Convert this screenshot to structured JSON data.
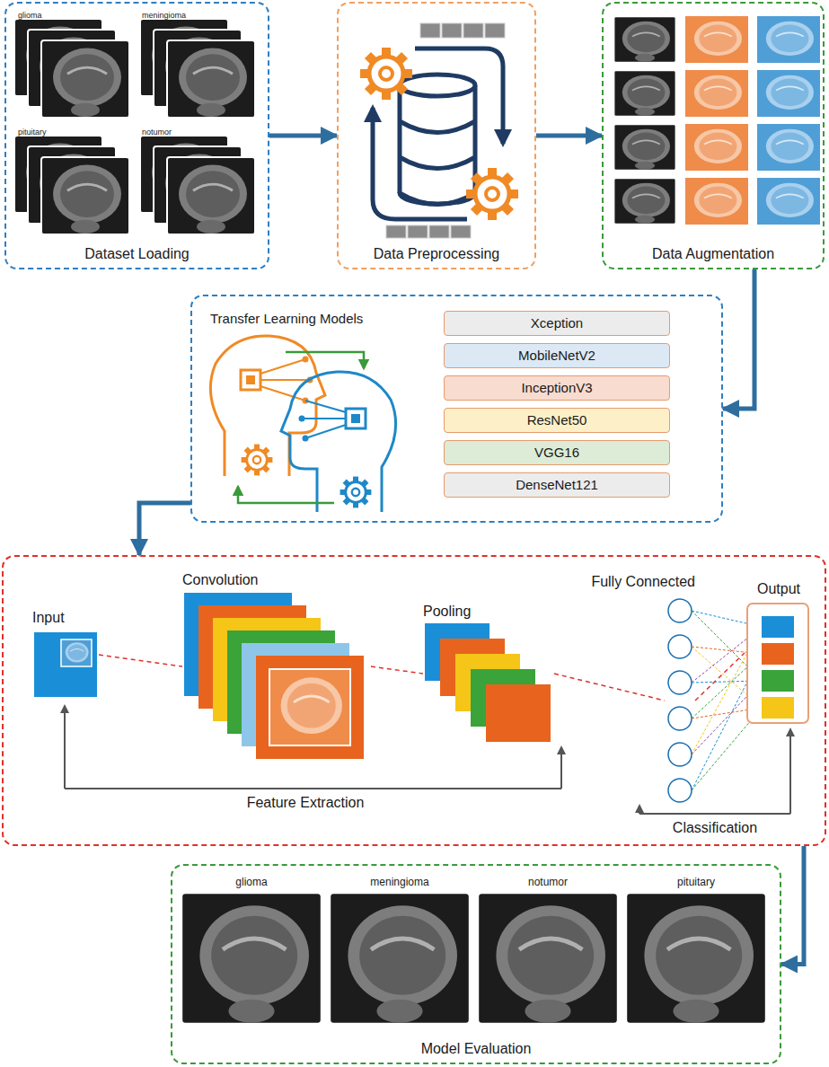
{
  "diagram": {
    "nodes": [
      {
        "text": [
          "Dataset Loading"
        ]
      },
      {
        "text": [
          "Data Preprocessing"
        ]
      },
      {
        "text": [
          "Data Augmentation"
        ]
      },
      {
        "text": [
          "Transfer Learning Models"
        ]
      },
      {
        "text": [
          "Xception"
        ],
        "in": 3
      },
      {
        "text": [
          "MobileNetV2"
        ],
        "in": 3
      },
      {
        "text": [
          "InceptionV3"
        ],
        "in": 3
      },
      {
        "text": [
          "ResNet50"
        ],
        "in": 3
      },
      {
        "text": [
          "VGG16"
        ],
        "in": 3
      },
      {
        "text": [
          "DenseNet121"
        ],
        "in": 3
      },
      {
        "text": [
          "Feature Extraction",
          "Classification"
        ]
      },
      {
        "text": [
          "Input"
        ],
        "in": 10
      },
      {
        "text": [
          "Convolution"
        ],
        "in": 10
      },
      {
        "text": [
          "Pooling"
        ],
        "in": 10
      },
      {
        "text": [
          "Fully Connected"
        ],
        "in": 10
      },
      {
        "text": [
          "Output"
        ],
        "in": 10
      },
      {
        "text": [
          "Model Evaluation"
        ]
      }
    ],
    "edges": [
      {
        "from": 0,
        "to": 1,
        "arrow": "to"
      },
      {
        "from": 1,
        "to": 2,
        "arrow": "to"
      },
      {
        "from": 2,
        "to": 3,
        "arrow": "to"
      },
      {
        "from": 3,
        "to": 10,
        "arrow": "to"
      },
      {
        "from": 10,
        "to": 16,
        "arrow": "to"
      },
      {
        "from": 11,
        "to": 12,
        "arrow": "none"
      },
      {
        "from": 12,
        "to": 13,
        "arrow": "none"
      },
      {
        "from": 13,
        "to": 14,
        "arrow": "none"
      },
      {
        "from": 14,
        "to": 15,
        "arrow": "none"
      }
    ],
    "labels": [
      "glioma",
      "meningioma",
      "pituitary",
      "notumor",
      "glioma",
      "meningioma",
      "notumor",
      "pituitary"
    ]
  }
}
